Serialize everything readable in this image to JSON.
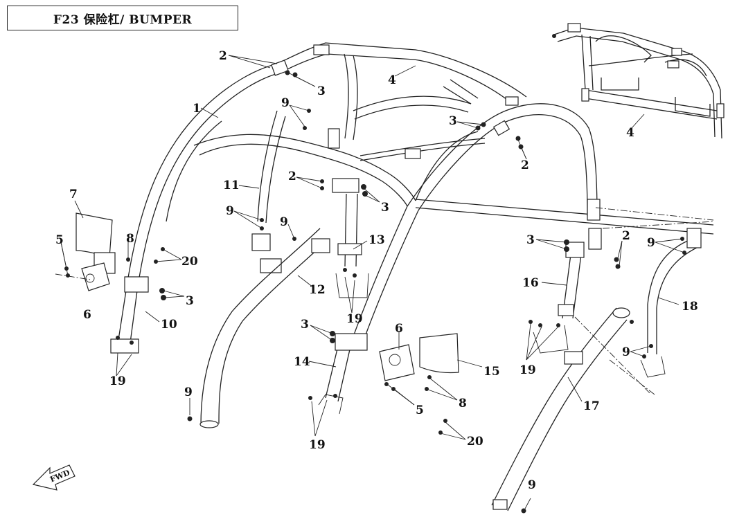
{
  "title": "F23 保险杠/ BUMPER",
  "fwd_label": "FWD",
  "callouts": {
    "c1": "1",
    "c2a": "2",
    "c2b": "2",
    "c2c": "2",
    "c2d": "2",
    "c3a": "3",
    "c3b": "3",
    "c3c": "3",
    "c3d": "3",
    "c3e": "3",
    "c3f": "3",
    "c4a": "4",
    "c4b": "4",
    "c5a": "5",
    "c5b": "5",
    "c6a": "6",
    "c6b": "6",
    "c7": "7",
    "c8a": "8",
    "c8b": "8",
    "c9a": "9",
    "c9b": "9",
    "c9c": "9",
    "c9d": "9",
    "c9e": "9",
    "c9f": "9",
    "c9g": "9",
    "c10": "10",
    "c11": "11",
    "c12": "12",
    "c13": "13",
    "c14": "14",
    "c15": "15",
    "c16": "16",
    "c17": "17",
    "c18": "18",
    "c19a": "19",
    "c19b": "19",
    "c19c": "19",
    "c19d": "19",
    "c20a": "20",
    "c20b": "20"
  }
}
